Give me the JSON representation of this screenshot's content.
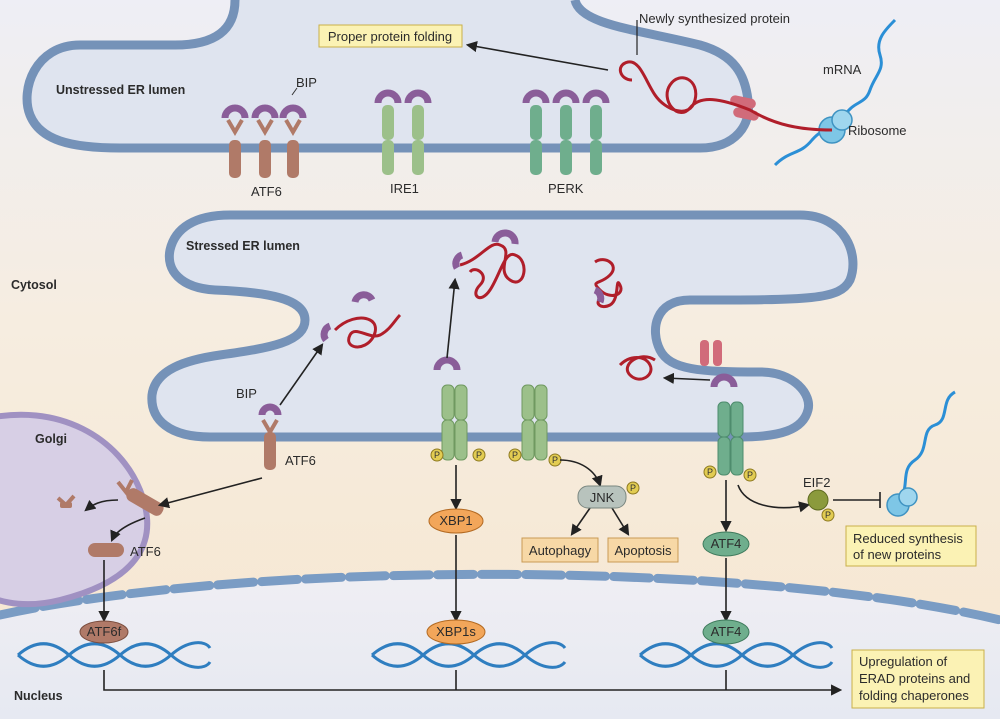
{
  "labels": {
    "unstressed_er": "Unstressed ER lumen",
    "stressed_er": "Stressed ER lumen",
    "cytosol": "Cytosol",
    "golgi": "Golgi",
    "nucleus": "Nucleus",
    "newly_synthesized": "Newly synthesized protein",
    "mrna": "mRNA",
    "ribosome": "Ribosome",
    "bip_top": "BIP",
    "bip_stressed": "BIP",
    "atf6_top": "ATF6",
    "ire1_top": "IRE1",
    "perk_top": "PERK",
    "atf6_stressed": "ATF6",
    "atf6_golgi": "ATF6",
    "eif2": "EIF2",
    "phospho": "P"
  },
  "boxes": {
    "proper_folding": "Proper protein folding",
    "autophagy": "Autophagy",
    "apoptosis": "Apoptosis",
    "reduced_1": "Reduced synthesis",
    "reduced_2": "of new proteins",
    "upreg_1": "Upregulation of",
    "upreg_2": "ERAD proteins and",
    "upreg_3": "folding chaperones"
  },
  "ovals": {
    "xbp1": "XBP1",
    "xbp1s": "XBP1s",
    "atf4_cyto": "ATF4",
    "atf4_nuc": "ATF4",
    "atf6f": "ATF6f",
    "jnk": "JNK"
  },
  "colors": {
    "atf6": "#b07a68",
    "ire1": "#9cc08a",
    "perk": "#6fae8d",
    "bip": "#8a5d99",
    "misfolded": "#b01e2a",
    "er_fill": "#dfe4ef",
    "er_stroke": "#6f8db3",
    "box_fill": "#fbf2b4",
    "orange_box": "#f7d8a6",
    "oval_orange": "#f2a65a",
    "jnk": "#b8c3bd",
    "dna": "#3b86c2",
    "ribosome": "#7ec6e6"
  }
}
